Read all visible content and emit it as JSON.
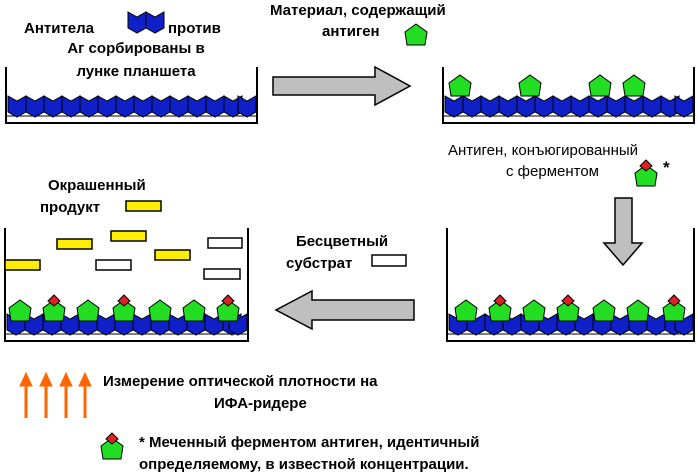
{
  "step1": {
    "label_part1": "Антитела",
    "label_part2": "против",
    "label_line2": "Аг сорбированы в",
    "label_line3": "лунке планшета"
  },
  "step2": {
    "label_line1": "Материал, содержащий",
    "label_line2": "антиген"
  },
  "step3": {
    "label_line1": "Антиген, конъюгированный",
    "label_line2": "с ферментом",
    "asterisk": "*"
  },
  "step4": {
    "label_line1": "Бесцветный",
    "label_line2": "субстрат"
  },
  "step5": {
    "label_line1": "Окрашенный",
    "label_line2": "продукт"
  },
  "measurement": {
    "label_line1": "Измерение оптической плотности на",
    "label_line2": "ИФА-ридере"
  },
  "legend": {
    "line1": "* Меченный ферментом антиген, идентичный",
    "line2": "определяемому, в известной концентрации."
  },
  "colors": {
    "antibody": "#1020c8",
    "antigen": "#22dd22",
    "enzyme": "#dd2222",
    "product": "#ffee00",
    "arrow_gray": "#bfbfbf",
    "reader_arrow": "#ff6600"
  }
}
